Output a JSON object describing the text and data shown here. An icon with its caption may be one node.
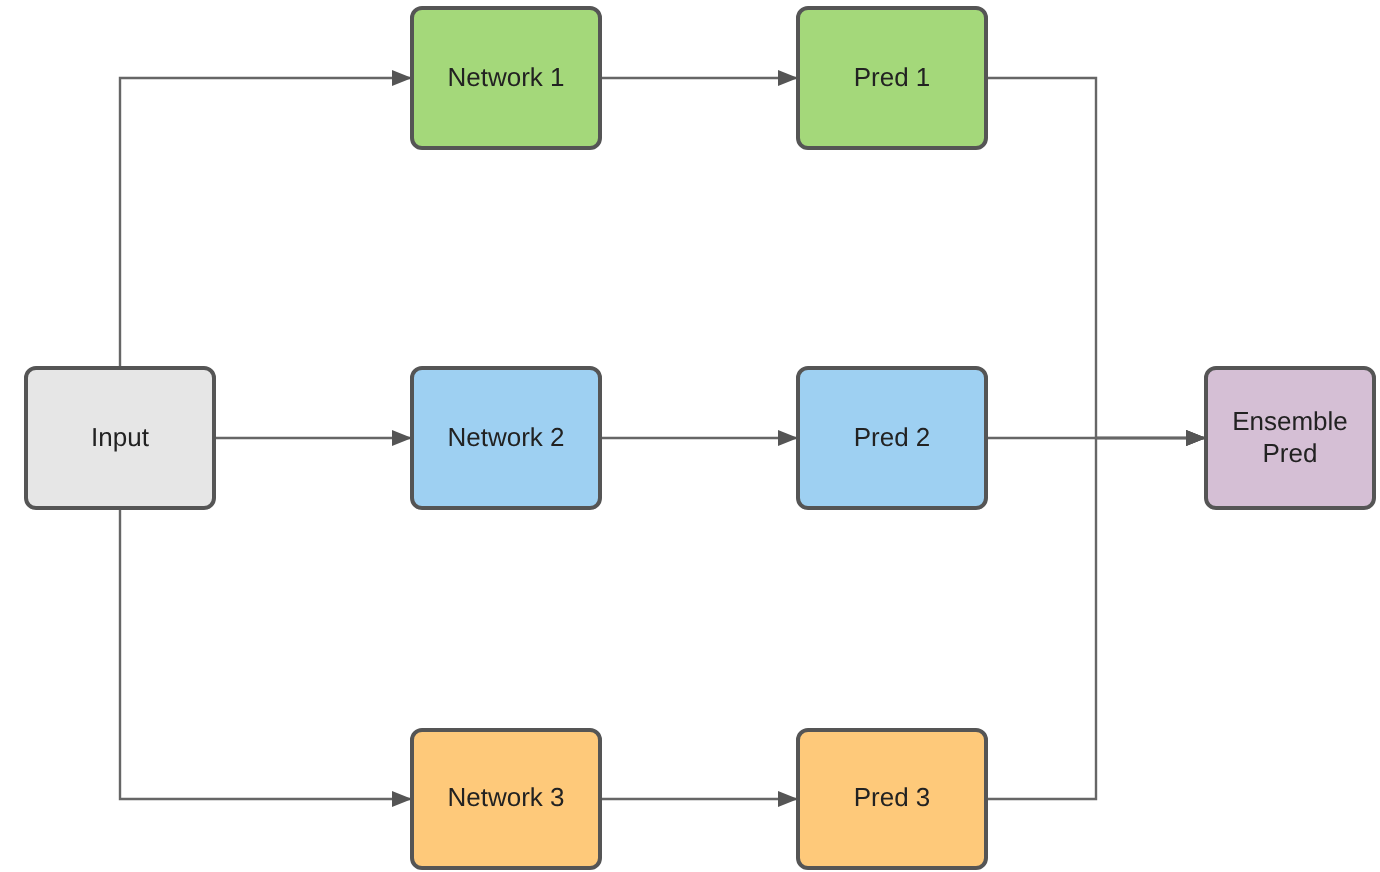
{
  "diagram": {
    "nodes": [
      {
        "text": [
          "Input"
        ]
      },
      {
        "text": [
          "Network 1"
        ]
      },
      {
        "text": [
          "Pred 1"
        ]
      },
      {
        "text": [
          "Network 2"
        ]
      },
      {
        "text": [
          "Pred 2"
        ]
      },
      {
        "text": [
          "Network 3"
        ]
      },
      {
        "text": [
          "Pred 3"
        ]
      },
      {
        "text": [
          "Ensemble Pred"
        ]
      }
    ],
    "edges": [
      {
        "from": 0,
        "to": 1,
        "arrow": "to"
      },
      {
        "from": 0,
        "to": 3,
        "arrow": "to"
      },
      {
        "from": 0,
        "to": 5,
        "arrow": "to"
      },
      {
        "from": 1,
        "to": 2,
        "arrow": "to"
      },
      {
        "from": 3,
        "to": 4,
        "arrow": "to"
      },
      {
        "from": 5,
        "to": 6,
        "arrow": "to"
      },
      {
        "from": 2,
        "to": 7,
        "arrow": "to"
      },
      {
        "from": 4,
        "to": 7,
        "arrow": "to"
      },
      {
        "from": 6,
        "to": 7,
        "arrow": "to"
      }
    ]
  }
}
